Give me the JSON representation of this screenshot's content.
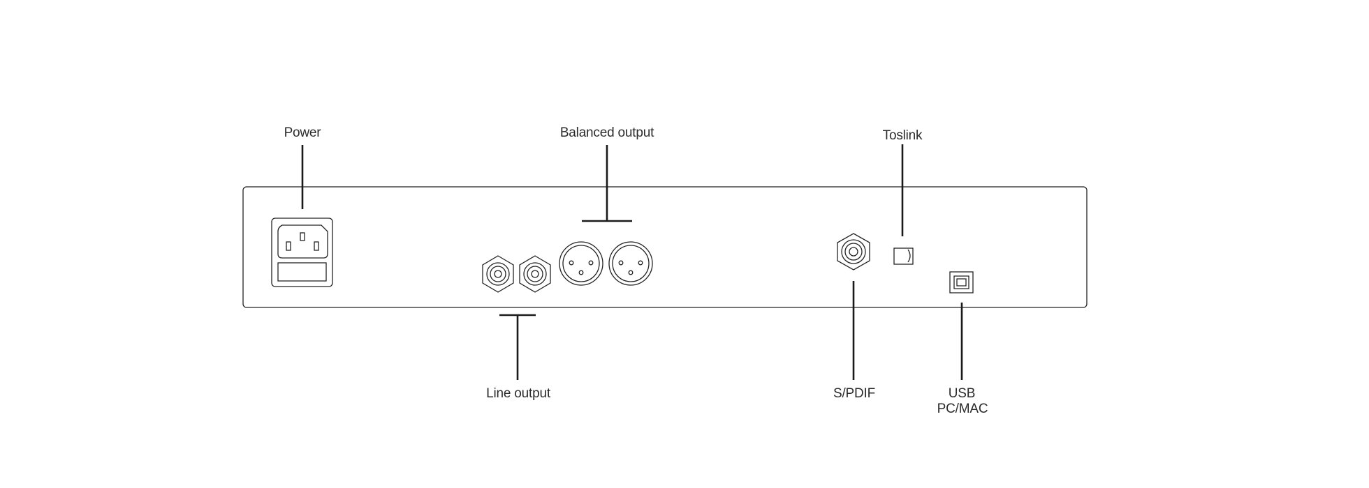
{
  "labels": {
    "power": "Power",
    "balanced_output": "Balanced output",
    "toslink": "Toslink",
    "line_output": "Line output",
    "spdif": "S/PDIF",
    "usb_line1": "USB",
    "usb_line2": "PC/MAC"
  },
  "colors": {
    "line": "#222222",
    "text": "#2b2b2b",
    "background": "#ffffff"
  },
  "connectors": [
    {
      "name": "power-inlet",
      "icon": "iec-power-inlet-icon"
    },
    {
      "name": "rca-line-output-left",
      "icon": "rca-jack-icon"
    },
    {
      "name": "rca-line-output-right",
      "icon": "rca-jack-icon"
    },
    {
      "name": "xlr-balanced-output-left",
      "icon": "xlr-jack-icon"
    },
    {
      "name": "xlr-balanced-output-right",
      "icon": "xlr-jack-icon"
    },
    {
      "name": "spdif-coaxial-input",
      "icon": "rca-jack-icon"
    },
    {
      "name": "toslink-optical-input",
      "icon": "toslink-port-icon"
    },
    {
      "name": "usb-b-input",
      "icon": "usb-b-port-icon"
    }
  ]
}
